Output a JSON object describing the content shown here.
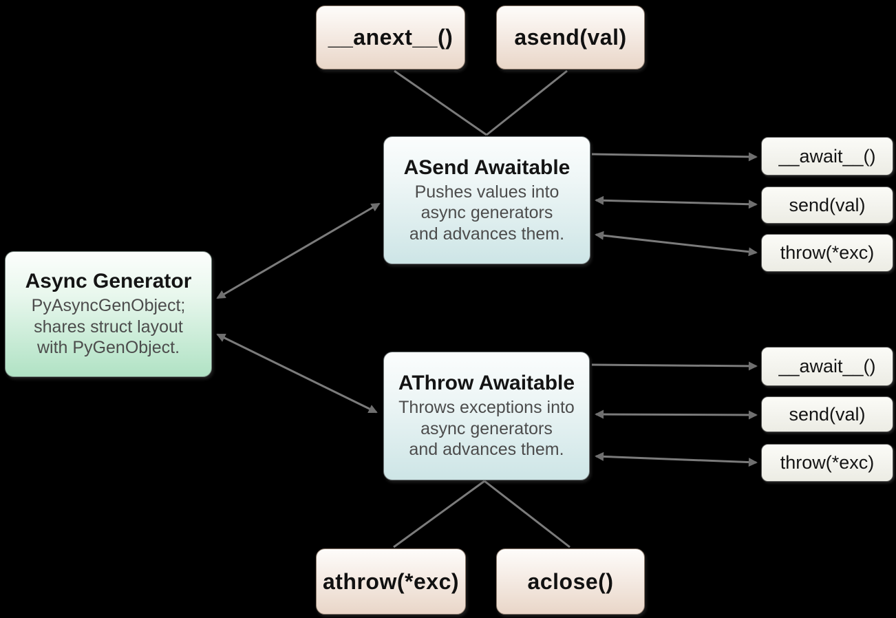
{
  "diagram": {
    "api_methods": {
      "anext": {
        "label": "__anext__()"
      },
      "asend": {
        "label": "asend(val)"
      },
      "athrow": {
        "label": "athrow(*exc)"
      },
      "aclose": {
        "label": "aclose()"
      }
    },
    "nodes": {
      "async_generator": {
        "title": "Async Generator",
        "desc_lines": [
          "PyAsyncGenObject;",
          "shares struct layout",
          "with PyGenObject."
        ]
      },
      "asend_awaitable": {
        "title": "ASend Awaitable",
        "desc_lines": [
          "Pushes values into",
          "async generators",
          "and advances them."
        ]
      },
      "athrow_awaitable": {
        "title": "AThrow Awaitable",
        "desc_lines": [
          "Throws exceptions into",
          "async generators",
          "and advances them."
        ]
      }
    },
    "asend_methods": [
      {
        "label": "__await__()"
      },
      {
        "label": "send(val)"
      },
      {
        "label": "throw(*exc)"
      }
    ],
    "athrow_methods": [
      {
        "label": "__await__()"
      },
      {
        "label": "send(val)"
      },
      {
        "label": "throw(*exc)"
      }
    ],
    "colors": {
      "background": "#000000",
      "edge_line": "#7b7b7b",
      "arrowhead": "#6f6f6f",
      "api_box_bottom": "#e9d6c8",
      "awaitable_box_bottom": "#cde5e6",
      "generator_box_bottom": "#b0e2c4",
      "method_box_fill": "#f2f2ec",
      "title_text": "#141414",
      "desc_text": "#4c4c4c"
    }
  }
}
